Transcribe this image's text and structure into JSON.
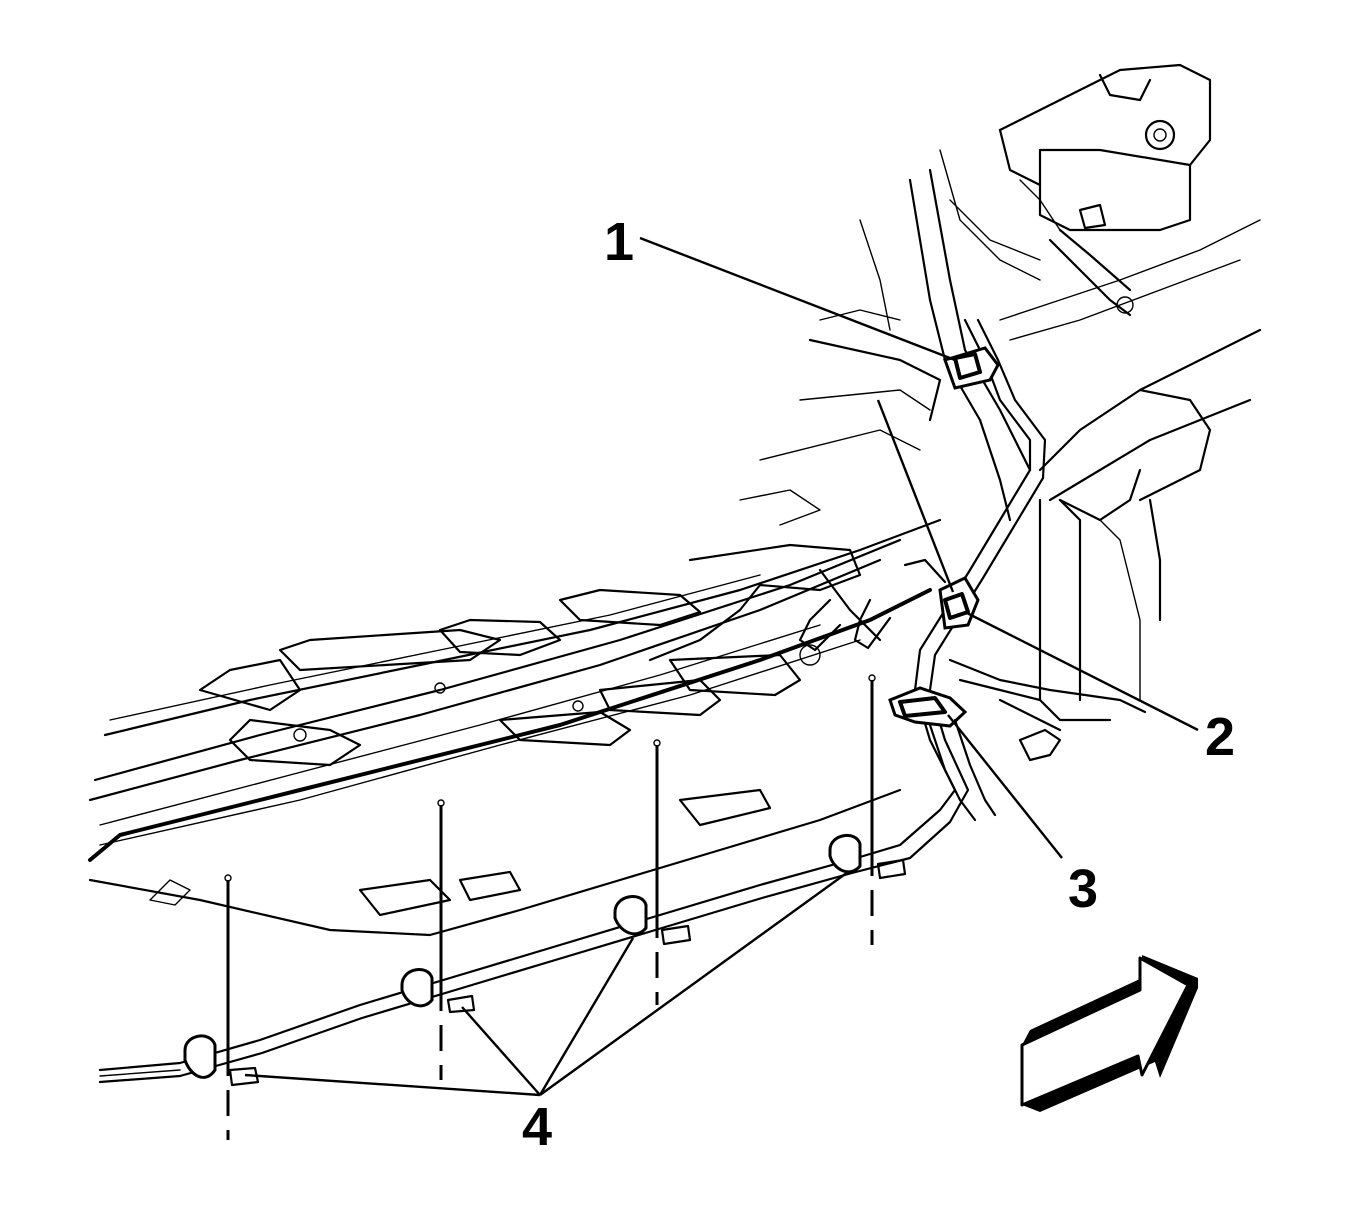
{
  "diagram": {
    "callouts": [
      {
        "id": "1",
        "text": "1"
      },
      {
        "id": "2",
        "text": "2"
      },
      {
        "id": "3",
        "text": "3"
      },
      {
        "id": "4",
        "text": "4"
      }
    ],
    "direction_arrow_icon": "front-direction-arrow-icon"
  }
}
